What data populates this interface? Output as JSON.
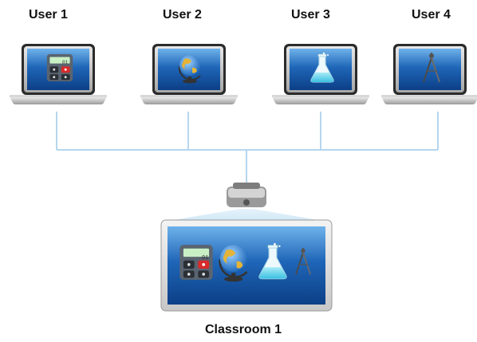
{
  "users": [
    {
      "label": "User 1",
      "screen_icon": "calculator-icon"
    },
    {
      "label": "User 2",
      "screen_icon": "globe-icon"
    },
    {
      "label": "User 3",
      "screen_icon": "flask-icon"
    },
    {
      "label": "User 4",
      "screen_icon": "compass-icon"
    }
  ],
  "calculator_display": "01",
  "classroom": {
    "label": "Classroom 1",
    "screen_icons": [
      "calculator-icon",
      "globe-icon",
      "flask-icon",
      "compass-icon"
    ]
  },
  "colors": {
    "line": "#b5d6ee",
    "screen_blue": "#1f66b8",
    "laptop_body": "#bcbcbc",
    "beam": "#d9edf9"
  }
}
